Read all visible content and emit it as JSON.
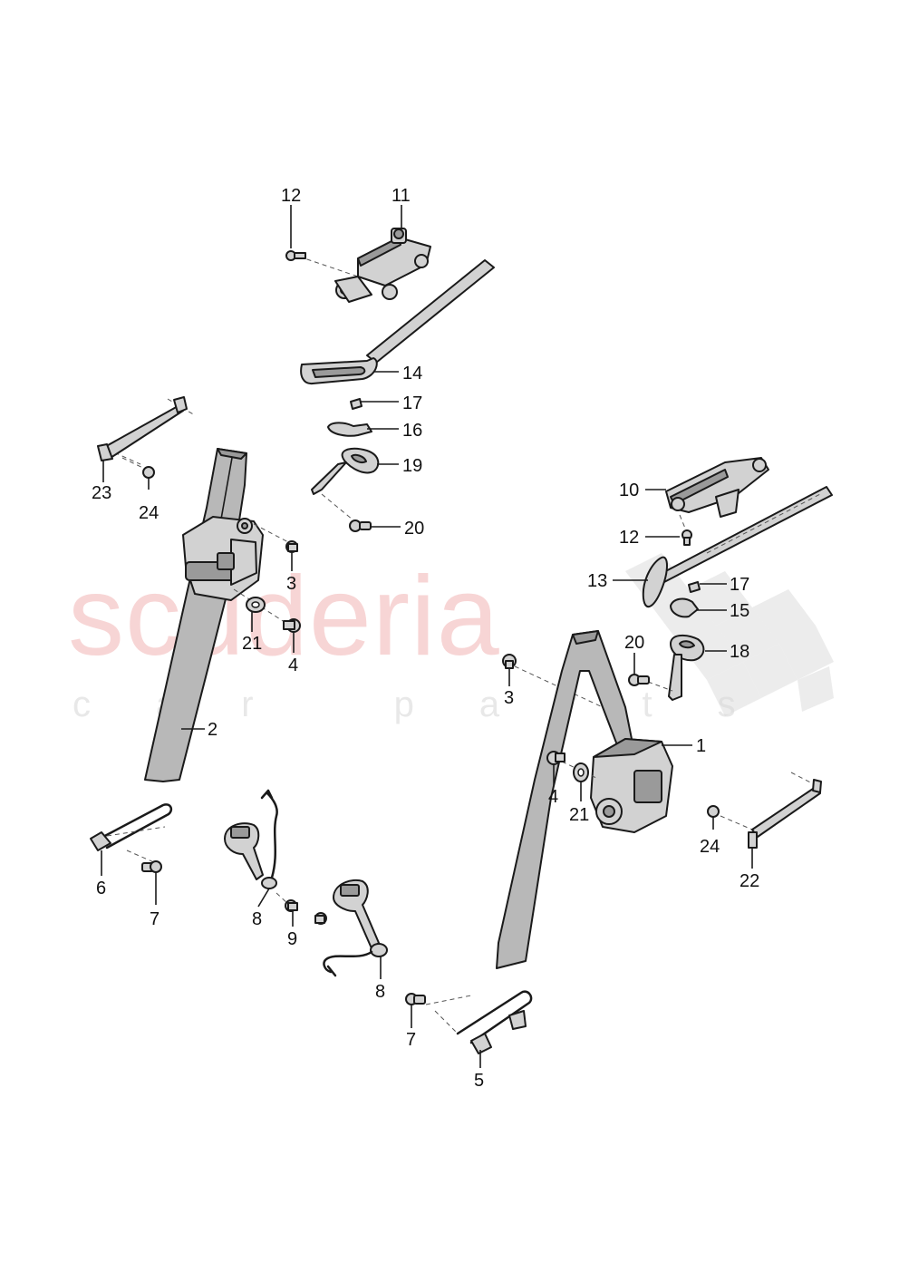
{
  "watermark": {
    "brand": "scuderia",
    "tagline": "car parts"
  },
  "callouts": [
    {
      "id": "c12a",
      "label": "12"
    },
    {
      "id": "c11",
      "label": "11"
    },
    {
      "id": "c14",
      "label": "14"
    },
    {
      "id": "c17a",
      "label": "17"
    },
    {
      "id": "c16",
      "label": "16"
    },
    {
      "id": "c19",
      "label": "19"
    },
    {
      "id": "c20a",
      "label": "20"
    },
    {
      "id": "c23",
      "label": "23"
    },
    {
      "id": "c24a",
      "label": "24"
    },
    {
      "id": "c3a",
      "label": "3"
    },
    {
      "id": "c21a",
      "label": "21"
    },
    {
      "id": "c4a",
      "label": "4"
    },
    {
      "id": "c2",
      "label": "2"
    },
    {
      "id": "c10",
      "label": "10"
    },
    {
      "id": "c12b",
      "label": "12"
    },
    {
      "id": "c13",
      "label": "13"
    },
    {
      "id": "c17b",
      "label": "17"
    },
    {
      "id": "c15",
      "label": "15"
    },
    {
      "id": "c20b",
      "label": "20"
    },
    {
      "id": "c18",
      "label": "18"
    },
    {
      "id": "c3b",
      "label": "3"
    },
    {
      "id": "c1",
      "label": "1"
    },
    {
      "id": "c4b",
      "label": "4"
    },
    {
      "id": "c21b",
      "label": "21"
    },
    {
      "id": "c24b",
      "label": "24"
    },
    {
      "id": "c22",
      "label": "22"
    },
    {
      "id": "c6",
      "label": "6"
    },
    {
      "id": "c7a",
      "label": "7"
    },
    {
      "id": "c8a",
      "label": "8"
    },
    {
      "id": "c9",
      "label": "9"
    },
    {
      "id": "c8b",
      "label": "8"
    },
    {
      "id": "c7b",
      "label": "7"
    },
    {
      "id": "c5",
      "label": "5"
    }
  ]
}
